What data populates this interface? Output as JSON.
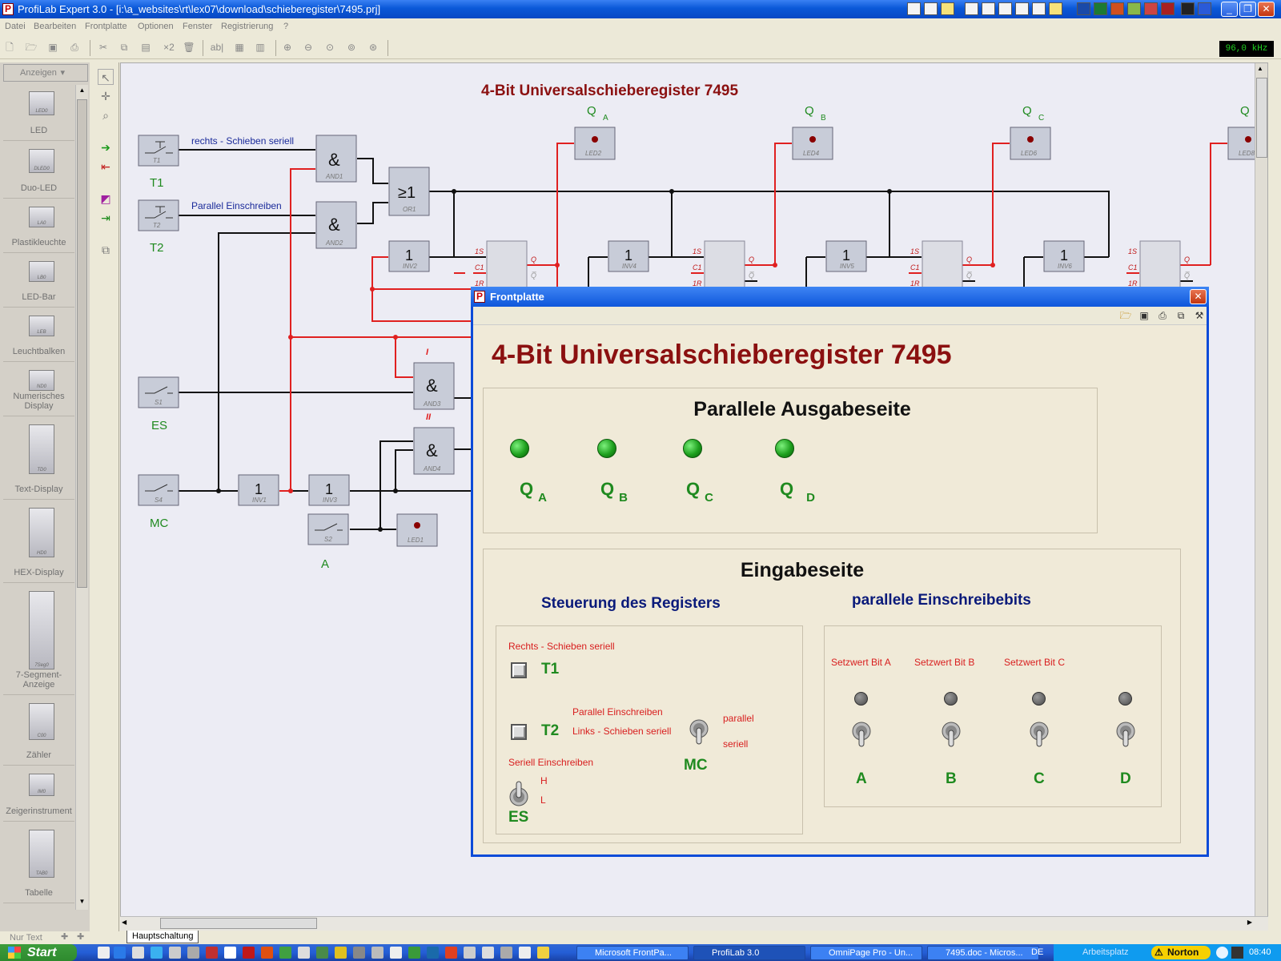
{
  "window": {
    "title": "ProfiLab Expert 3.0 - [i:\\a_websites\\rt\\lex07\\download\\schieberegister\\7495.prj]"
  },
  "menu": [
    "Datei",
    "Bearbeiten",
    "Frontplatte",
    "Optionen",
    "Fenster",
    "Registrierung",
    "?"
  ],
  "toolbar": {
    "x2": "×2",
    "abl": "ab|"
  },
  "frequency": "96,0 kHz",
  "palette": {
    "header": "Anzeigen",
    "items": [
      {
        "label": "LED",
        "tag": "LED0"
      },
      {
        "label": "Duo-LED",
        "tag": "DLED0"
      },
      {
        "label": "Plastikleuchte",
        "tag": "LA0"
      },
      {
        "label": "LED-Bar",
        "tag": "LB0"
      },
      {
        "label": "Leuchtbalken",
        "tag": "LEB"
      },
      {
        "label": "Numerisches Display",
        "tag": "ND0"
      },
      {
        "label": "Text-Display",
        "tag": "TD0"
      },
      {
        "label": "HEX-Display",
        "tag": "HD0"
      },
      {
        "label": "7-Segment-Anzeige",
        "tag": "7Seg0"
      },
      {
        "label": "Zähler",
        "tag": "C00"
      },
      {
        "label": "Zeigerinstrument",
        "tag": "IM0"
      },
      {
        "label": "Tabelle",
        "tag": "TAB0"
      }
    ],
    "status": "Nur Text"
  },
  "circuit": {
    "title": "4-Bit Universalschieberegister 7495",
    "switches": [
      {
        "name": "T1",
        "tag": "T1",
        "desc": "rechts - Schieben seriell"
      },
      {
        "name": "T2",
        "tag": "T2",
        "desc": "Parallel Einschreiben"
      },
      {
        "name": "ES",
        "tag": "S1"
      },
      {
        "name": "MC",
        "tag": "S4"
      },
      {
        "name": "A",
        "tag": "S2"
      }
    ],
    "gates": {
      "and_symbol": "&",
      "or_symbol": "≥1",
      "inv_symbol": "1",
      "and1": "AND1",
      "and2": "AND2",
      "and3": "AND3",
      "and4": "AND4",
      "or1": "OR1",
      "inv1": "INV1",
      "inv2": "INV2",
      "inv3": "INV3",
      "inv4": "INV4",
      "inv5": "INV5",
      "inv6": "INV6"
    },
    "leds": [
      "LED2",
      "LED4",
      "LED6",
      "LED8",
      "LED1"
    ],
    "outputs": [
      "Q",
      "A",
      "B",
      "C",
      "D"
    ],
    "ff_pins": [
      "1S",
      "C1",
      "1R",
      "Q",
      "Q̅"
    ],
    "marks": [
      "I",
      "II"
    ]
  },
  "tab": "Hauptschaltung",
  "frontplatte": {
    "window_title": "Frontplatte",
    "heading": "4-Bit Universalschieberegister 7495",
    "output_section": "Parallele Ausgabeseite",
    "outputs": [
      {
        "q": "Q",
        "sub": "A"
      },
      {
        "q": "Q",
        "sub": "B"
      },
      {
        "q": "Q",
        "sub": "C"
      },
      {
        "q": "Q",
        "sub": "D"
      }
    ],
    "input_section": "Eingabeseite",
    "control_title": "Steuerung des Registers",
    "parallel_title": "parallele Einschreibebits",
    "control": {
      "t1_desc": "Rechts - Schieben seriell",
      "t1": "T1",
      "t2_desc1": "Parallel Einschreiben",
      "t2_desc2": "Links - Schieben seriell",
      "t2": "T2",
      "mc_up": "parallel",
      "mc_down": "seriell",
      "mc": "MC",
      "es_desc": "Seriell Einschreiben",
      "es_h": "H",
      "es_l": "L",
      "es": "ES"
    },
    "bits": [
      {
        "label": "Setzwert Bit A",
        "name": "A"
      },
      {
        "label": "Setzwert Bit B",
        "name": "B"
      },
      {
        "label": "Setzwert Bit C",
        "name": "C"
      },
      {
        "label": "",
        "name": "D"
      }
    ]
  },
  "taskbar": {
    "start": "Start",
    "tasks": [
      "Microsoft FrontPa...",
      "ProfiLab 3.0",
      "OmniPage Pro - Un...",
      "7495.doc - Micros..."
    ],
    "lang": "DE",
    "desktop": "Arbeitsplatz",
    "norton": "Norton",
    "clock": "08:40"
  },
  "colors": {
    "titlebar": "#0A58D8",
    "wire_red": "#E02020",
    "label_green": "#1f8a1f",
    "title_darkred": "#8B1010",
    "heading_navy": "#0a1a7a"
  }
}
